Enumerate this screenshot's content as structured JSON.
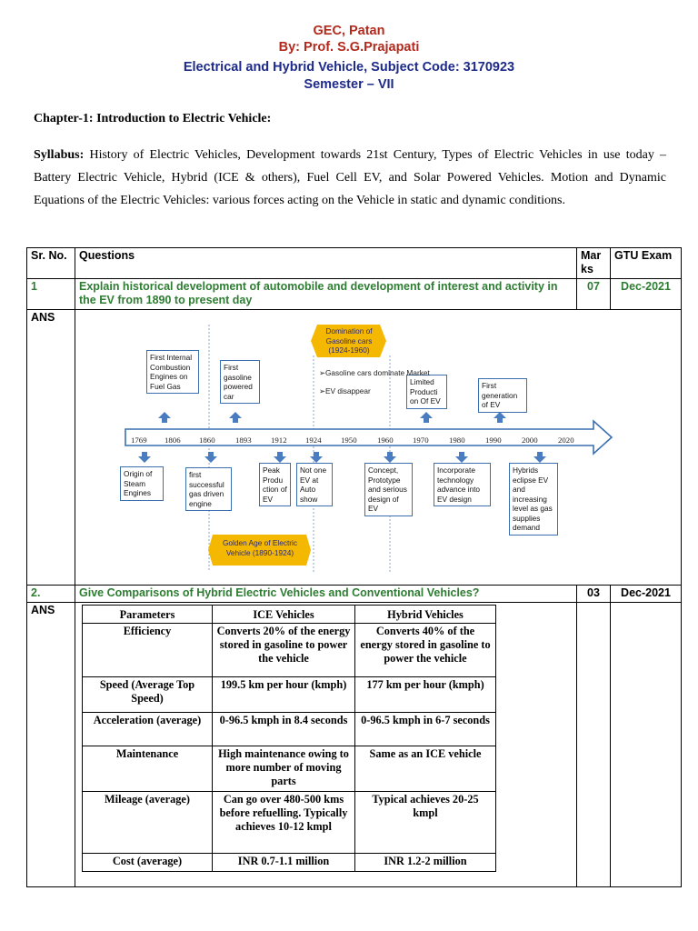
{
  "header": {
    "line1": "GEC, Patan",
    "line2": "By: Prof. S.G.Prajapati",
    "line3": "Electrical and Hybrid Vehicle, Subject Code: 3170923",
    "line4": "Semester – VII"
  },
  "chapter": "Chapter-1: Introduction to Electric Vehicle:",
  "syllabus": {
    "label": "Syllabus:",
    "text": "History of Electric Vehicles, Development towards 21st Century, Types of Electric Vehicles in use today – Battery Electric Vehicle, Hybrid (ICE & others), Fuel Cell EV, and Solar Powered Vehicles. Motion and Dynamic Equations of the Electric Vehicles: various forces acting on the Vehicle in static and dynamic conditions."
  },
  "table": {
    "headers": {
      "sr": "Sr. No.",
      "questions": "Questions",
      "marks": "Mar ks",
      "exam": "GTU Exam"
    },
    "ans": "ANS",
    "q1": {
      "no": "1",
      "text": "Explain historical development of automobile and development of  interest and activity in the EV from 1890 to present day",
      "marks": "07",
      "exam": "Dec-2021"
    },
    "q2": {
      "no": "2.",
      "text": "Give Comparisons of Hybrid Electric Vehicles and Conventional Vehicles?",
      "marks": "03",
      "exam": "Dec-2021"
    }
  },
  "timeline": {
    "years": [
      "1769",
      "1806",
      "1860",
      "1893",
      "1912",
      "1924",
      "1950",
      "1960",
      "1970",
      "1980",
      "1990",
      "2000",
      "2020"
    ],
    "top_boxes": [
      "First Internal Combustion Engines on Fuel Gas",
      "First gasoline powered car",
      "Limited Producti on Of EV",
      "First generation of EV"
    ],
    "bottom_boxes": [
      "Origin of Steam Engines",
      "first successful gas driven engine",
      "Peak Produ ction of EV",
      "Not one EV at Auto show",
      "Concept, Prototype and serious design of EV",
      "Incorporate technology advance into EV design",
      "Hybrids eclipse EV and increasing level as gas supplies demand"
    ],
    "domination": "Domination of Gasoline cars (1924-1960)",
    "domination_notes": [
      "➢Gasoline cars dominate Market",
      "➢EV disappear"
    ],
    "golden_age": "Golden Age of Electric Vehicle (1890-1924)"
  },
  "comparison": {
    "headers": [
      "Parameters",
      "ICE Vehicles",
      "Hybrid Vehicles"
    ],
    "rows": [
      [
        "Efficiency",
        "Converts 20% of the energy stored in gasoline to power the vehicle",
        "Converts 40% of the energy stored in gasoline to power the vehicle"
      ],
      [
        "Speed (Average Top Speed)",
        "199.5 km per hour (kmph)",
        "177 km per hour (kmph)"
      ],
      [
        "Acceleration (average)",
        "0-96.5 kmph in 8.4 seconds",
        "0-96.5 kmph in 6-7 seconds"
      ],
      [
        "Maintenance",
        "High maintenance owing to more number of moving parts",
        "Same as an ICE vehicle"
      ],
      [
        "Mileage (average)",
        "Can go over 480-500 kms before refuelling. Typically achieves 10-12 kmpl",
        "Typical achieves 20-25 kmpl"
      ],
      [
        "Cost (average)",
        "INR 0.7-1.1 million",
        "INR 1.2-2 million"
      ]
    ]
  },
  "colors": {
    "header_red": "#b22a1e",
    "header_blue": "#1d2a8a",
    "question_green": "#2e7d32",
    "box_border": "#3a6fb0",
    "gold": "#f2b705"
  }
}
